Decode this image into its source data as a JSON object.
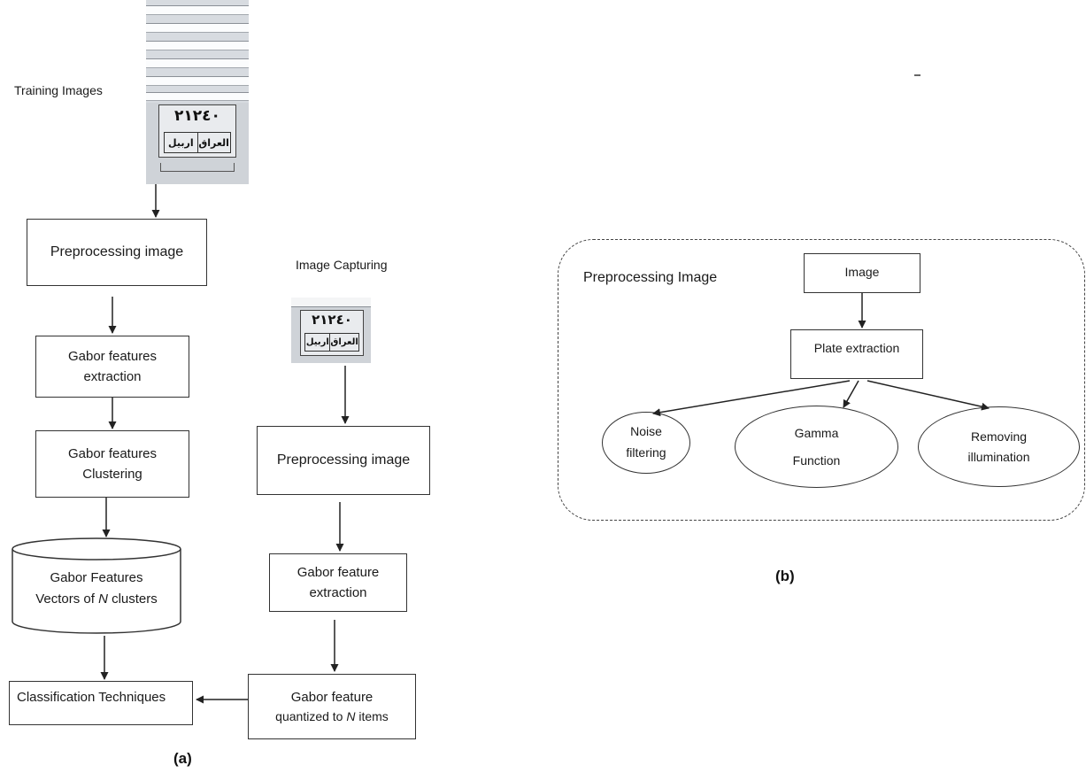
{
  "panel_a": {
    "training_label": "Training Images",
    "capture_label": "Image Capturing",
    "left": {
      "preprocess": "Preprocessing image",
      "gabor_extract": "Gabor features extraction",
      "gabor_cluster": "Gabor features Clustering",
      "db_line1": "Gabor Features",
      "db_line2_pre": "Vectors of ",
      "db_line2_n": "N",
      "db_line2_post": " clusters",
      "classification": "Classification Techniques"
    },
    "right": {
      "preprocess": "Preprocessing image",
      "gabor_extract": "Gabor feature extraction",
      "quant_line1": "Gabor feature",
      "quant_line2_pre": "quantized to ",
      "quant_line2_n": "N",
      "quant_line2_post": " items"
    },
    "plate": {
      "number": "٢١٢٤٠",
      "left_word": "اربيل",
      "right_word": "العراق"
    },
    "caption": "(a)"
  },
  "panel_b": {
    "title": "Preprocessing  Image",
    "image": "Image",
    "plate_extraction": "Plate extraction",
    "noise": "Noise filtering",
    "gamma_line1": "Gamma",
    "gamma_line2": "Function",
    "removing_line1": "Removing",
    "removing_line2": "illumination",
    "caption": "(b)"
  }
}
